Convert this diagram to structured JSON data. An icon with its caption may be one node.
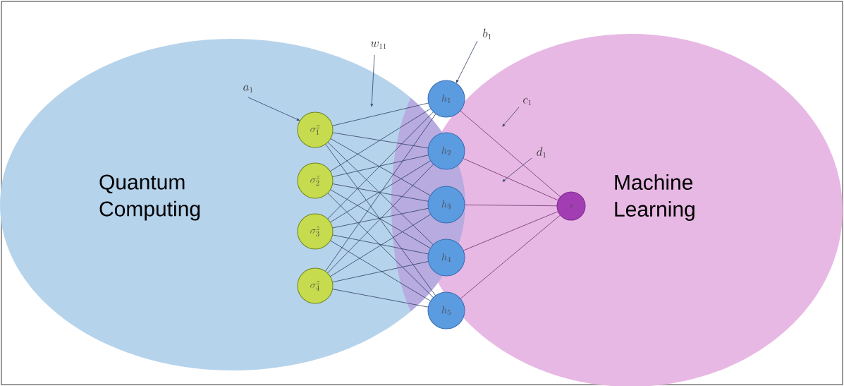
{
  "diagram": {
    "nodes": [
      {
        "text": [
          "Quantum Computing"
        ]
      },
      {
        "text": [
          "Machine Learning"
        ]
      },
      {
        "text": [
          "\\sigma_1^z"
        ],
        "in": 0
      },
      {
        "text": [
          "\\sigma_2^z"
        ],
        "in": 0
      },
      {
        "text": [
          "\\sigma_3^z"
        ],
        "in": 0
      },
      {
        "text": [
          "\\sigma_4^z"
        ],
        "in": 0
      },
      {
        "text": [
          "h_1"
        ]
      },
      {
        "text": [
          "h_2"
        ]
      },
      {
        "text": [
          "h_3"
        ]
      },
      {
        "text": [
          "h_4"
        ]
      },
      {
        "text": [
          "h_5"
        ]
      },
      {
        "text": [
          "s"
        ],
        "in": 1
      },
      {
        "text": [
          "a_1"
        ],
        "in": 0
      },
      {
        "text": [
          "w_{11}"
        ],
        "in": 0
      },
      {
        "text": [
          "b_1"
        ]
      },
      {
        "text": [
          "c_1"
        ],
        "in": 1
      },
      {
        "text": [
          "d_1"
        ],
        "in": 1
      }
    ],
    "edges": [
      {
        "from": 2,
        "to": 6,
        "arrow": "none"
      },
      {
        "from": 2,
        "to": 7,
        "arrow": "none"
      },
      {
        "from": 2,
        "to": 8,
        "arrow": "none"
      },
      {
        "from": 2,
        "to": 9,
        "arrow": "none"
      },
      {
        "from": 2,
        "to": 10,
        "arrow": "none"
      },
      {
        "from": 3,
        "to": 6,
        "arrow": "none"
      },
      {
        "from": 3,
        "to": 7,
        "arrow": "none"
      },
      {
        "from": 3,
        "to": 8,
        "arrow": "none"
      },
      {
        "from": 3,
        "to": 9,
        "arrow": "none"
      },
      {
        "from": 3,
        "to": 10,
        "arrow": "none"
      },
      {
        "from": 4,
        "to": 6,
        "arrow": "none"
      },
      {
        "from": 4,
        "to": 7,
        "arrow": "none"
      },
      {
        "from": 4,
        "to": 8,
        "arrow": "none"
      },
      {
        "from": 4,
        "to": 9,
        "arrow": "none"
      },
      {
        "from": 4,
        "to": 10,
        "arrow": "none"
      },
      {
        "from": 5,
        "to": 6,
        "arrow": "none"
      },
      {
        "from": 5,
        "to": 7,
        "arrow": "none"
      },
      {
        "from": 5,
        "to": 8,
        "arrow": "none"
      },
      {
        "from": 5,
        "to": 9,
        "arrow": "none"
      },
      {
        "from": 5,
        "to": 10,
        "arrow": "none"
      },
      {
        "from": 6,
        "to": 11,
        "arrow": "none",
        "color": "#6b2d6b"
      },
      {
        "from": 7,
        "to": 11,
        "arrow": "none",
        "color": "#6b2d6b"
      },
      {
        "from": 8,
        "to": 11,
        "arrow": "none",
        "color": "#6b2d6b"
      },
      {
        "from": 9,
        "to": 11,
        "arrow": "none",
        "color": "#6b2d6b"
      },
      {
        "from": 10,
        "to": 11,
        "arrow": "none",
        "color": "#6b2d6b"
      },
      {
        "from": 12,
        "to": 2,
        "arrow": "to"
      },
      {
        "from": 13,
        "to": null,
        "arrow": "to"
      },
      {
        "from": 14,
        "to": 6,
        "arrow": "to"
      },
      {
        "from": 15,
        "to": null,
        "arrow": "to"
      },
      {
        "from": 16,
        "to": null,
        "arrow": "to"
      }
    ]
  }
}
